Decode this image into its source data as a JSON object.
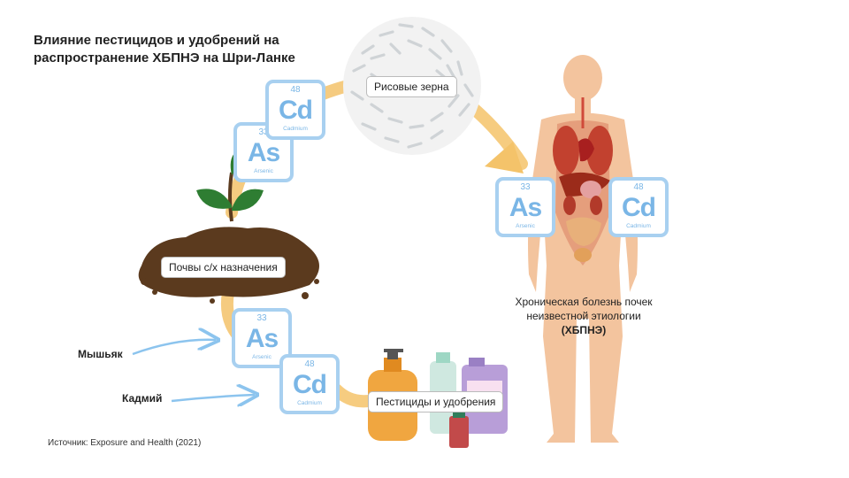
{
  "title": "Влияние пестицидов и удобрений на распространение ХБПНЭ на Шри-Ланке",
  "source": "Источник: Exposure and Health (2021)",
  "labels": {
    "rice": "Рисовые зерна",
    "soil": "Почвы с/х назначения",
    "pesticides": "Пестициды и удобрения",
    "arsenic": "Мышьяк",
    "cadmium": "Кадмий",
    "ckd_line1": "Хроническая болезнь почек",
    "ckd_line2": "неизвестной этиологии",
    "ckd_abbr": "(ХБПНЭ)"
  },
  "elements": {
    "as": {
      "number": "33",
      "symbol": "As",
      "name": "Arsenic"
    },
    "cd": {
      "number": "48",
      "symbol": "Cd",
      "name": "Cadmium"
    }
  },
  "colors": {
    "flow": "#f4c36a",
    "tile_border": "#a8d0f0",
    "tile_text": "#7ab6e6",
    "arrow": "#8cc4ee",
    "soil": "#5b3a1e",
    "leaf": "#2e7d32",
    "skin": "#f3c49e"
  },
  "icons": [
    "soil-plant-icon",
    "rice-grains-icon",
    "human-body-organs-icon",
    "pesticide-bottles-icon"
  ]
}
